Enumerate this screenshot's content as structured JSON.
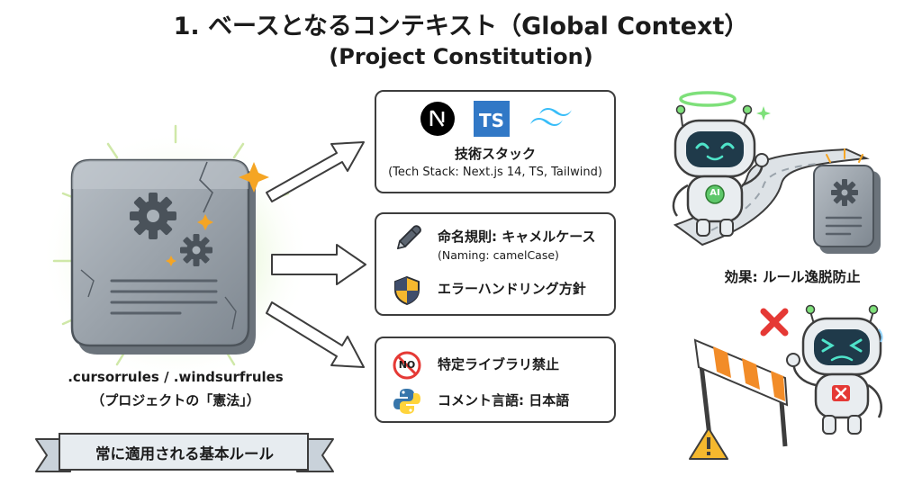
{
  "header": {
    "title": "1. ベースとなるコンテキスト（Global Context）",
    "subtitle": "(Project Constitution)"
  },
  "tablet": {
    "filename": ".cursorrules / .windsurfrules",
    "caption": "（プロジェクトの「憲法」）"
  },
  "banner": {
    "text": "常に適用される基本ルール"
  },
  "cards": {
    "tech_stack": {
      "logos": [
        "nextjs-logo",
        "typescript-logo",
        "tailwind-logo"
      ],
      "ts_badge": "TS",
      "title": "技術スタック",
      "subtitle": "(Tech Stack: Next.js 14, TS, Tailwind)"
    },
    "naming": {
      "naming_rule": "命名規則: キャメルケース",
      "naming_en": "(Naming: camelCase)",
      "error_handling": "エラーハンドリング方針"
    },
    "restrictions": {
      "no_badge": "NO",
      "banned_libraries": "特定ライブラリ禁止",
      "comment_language": "コメント言語: 日本語"
    }
  },
  "effect": {
    "label": "効果: ルール逸脱防止",
    "robot_badge": "AI"
  },
  "colors": {
    "ink": "#1b1b1b",
    "stone": "#8e969e",
    "glow": "#ffe680",
    "robot_face": "#1f3a4a",
    "robot_eye": "#4fe3c9",
    "halo": "#7ee07a",
    "warn_red": "#e53935",
    "ts_blue": "#3178c6",
    "tailwind_cyan": "#38bdf8"
  }
}
